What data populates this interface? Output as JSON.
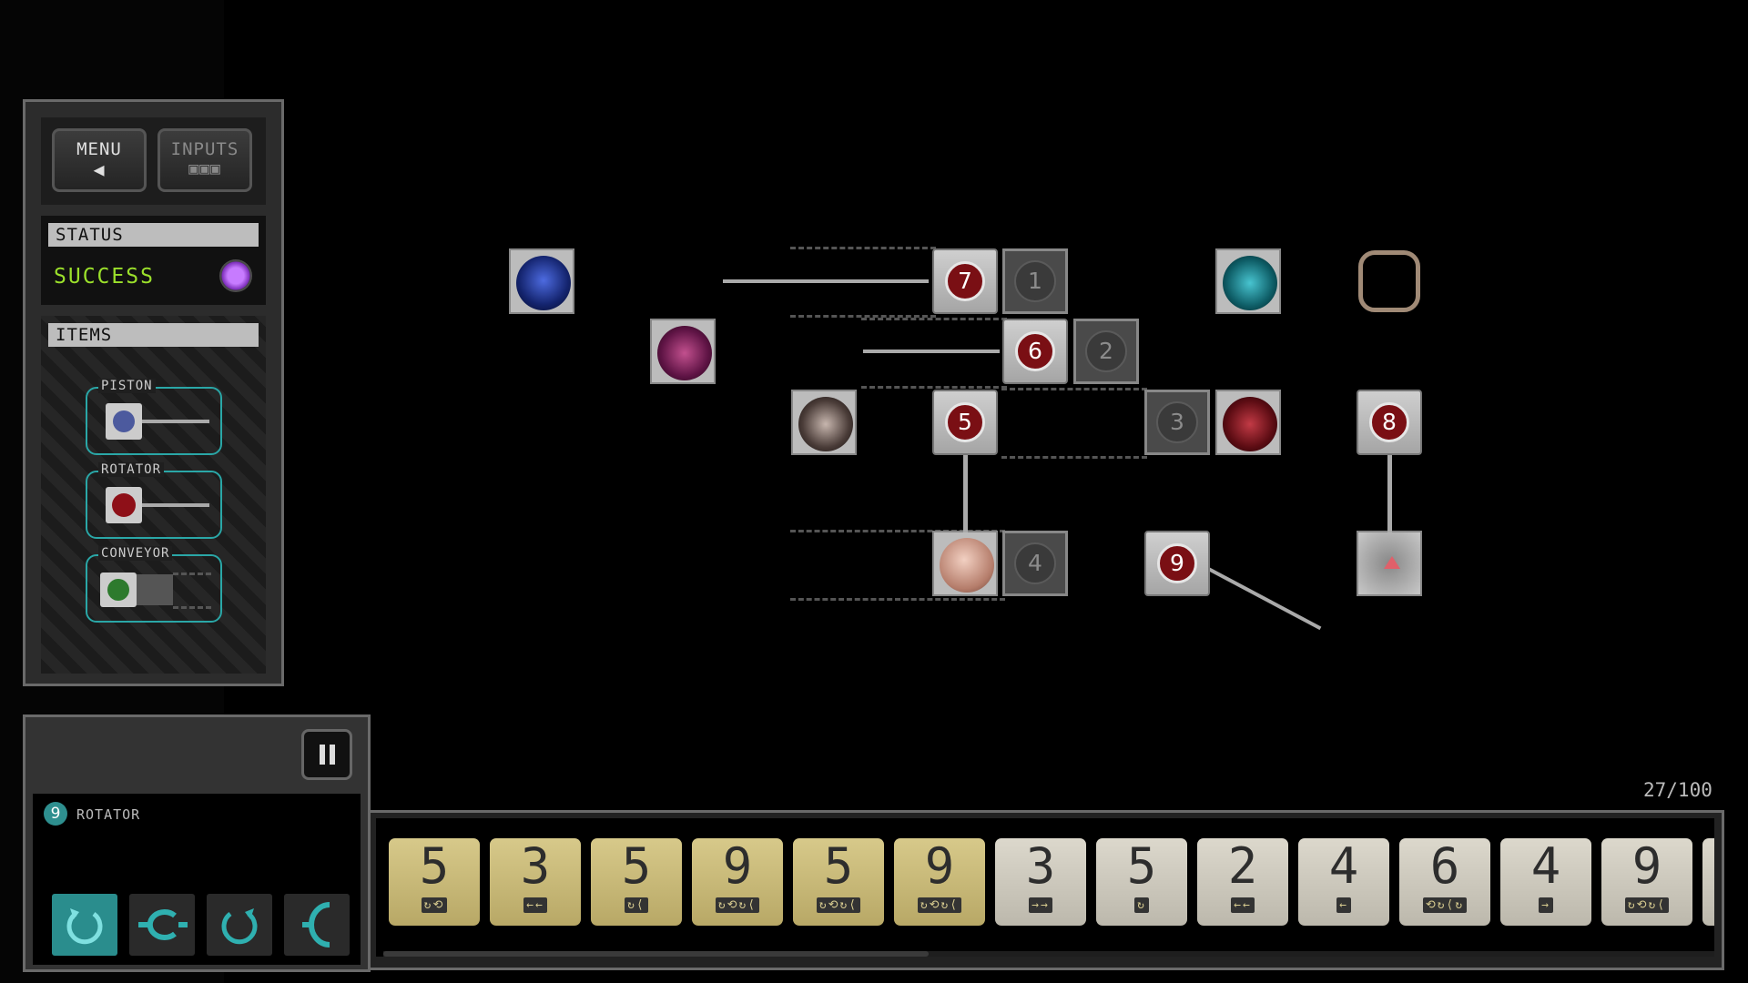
{
  "panel": {
    "menu_label": "MENU",
    "inputs_label": "INPUTS",
    "status_header": "STATUS",
    "status_value": "SUCCESS",
    "items_header": "ITEMS",
    "items": [
      {
        "label": "PISTON"
      },
      {
        "label": "ROTATOR"
      },
      {
        "label": "CONVEYOR"
      }
    ]
  },
  "selected": {
    "number": "9",
    "name": "ROTATOR"
  },
  "counter": "27/100",
  "board": {
    "rotators": [
      "7",
      "6",
      "5",
      "8",
      "9"
    ],
    "pistons": [
      "1",
      "2",
      "3",
      "4"
    ]
  },
  "sequence": [
    {
      "n": "5",
      "ops": "↻⟲",
      "style": "gold"
    },
    {
      "n": "3",
      "ops": "←←",
      "style": "gold"
    },
    {
      "n": "5",
      "ops": "↻⟨",
      "style": "gold"
    },
    {
      "n": "9",
      "ops": "↻⟲↻⟨",
      "style": "gold"
    },
    {
      "n": "5",
      "ops": "↻⟲↻⟨",
      "style": "gold"
    },
    {
      "n": "9",
      "ops": "↻⟲↻⟨",
      "style": "gold"
    },
    {
      "n": "3",
      "ops": "→→",
      "style": "grey"
    },
    {
      "n": "5",
      "ops": "↻",
      "style": "grey"
    },
    {
      "n": "2",
      "ops": "←←",
      "style": "grey"
    },
    {
      "n": "4",
      "ops": "←",
      "style": "grey"
    },
    {
      "n": "6",
      "ops": "⟲↻⟨↻",
      "style": "grey"
    },
    {
      "n": "4",
      "ops": "→",
      "style": "grey"
    },
    {
      "n": "9",
      "ops": "↻⟲↻⟨",
      "style": "grey"
    }
  ],
  "scroll_fraction": 0.41,
  "colors": {
    "accent": "#2a8d8d",
    "success": "#9be02b",
    "gold_card": "#cdbf7e",
    "rotator_red": "#7a0f14"
  }
}
